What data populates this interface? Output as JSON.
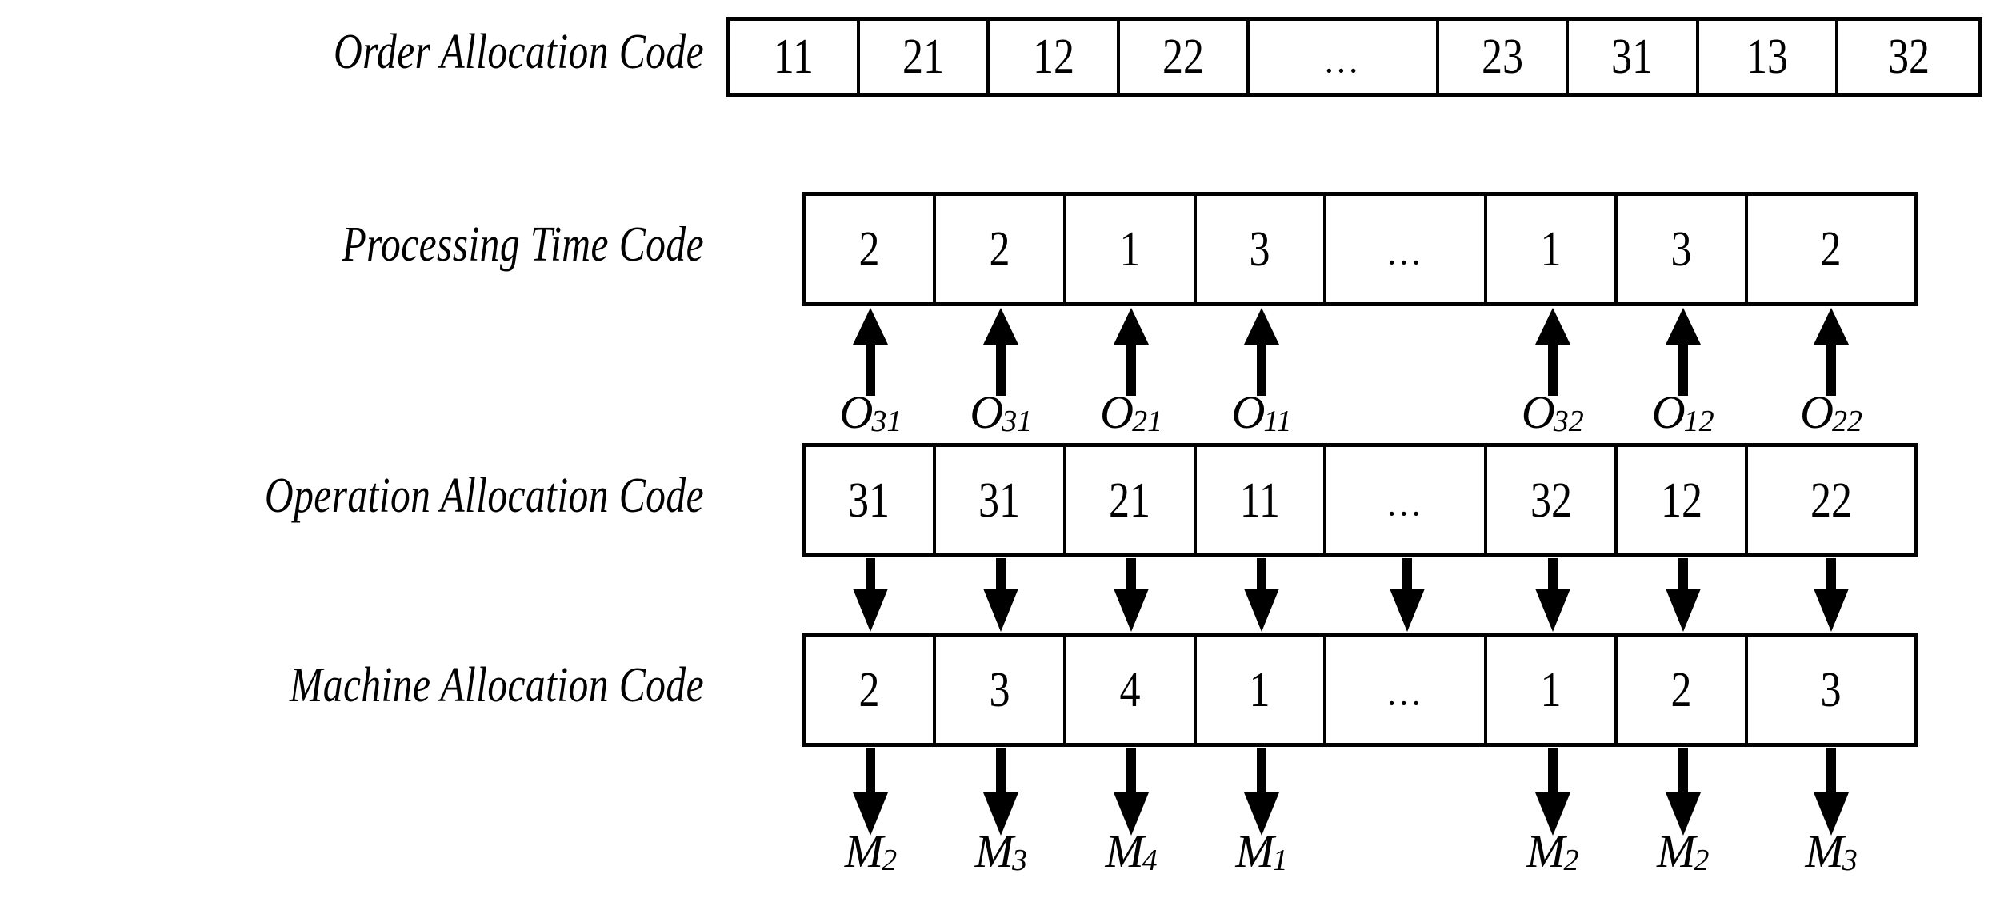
{
  "figure": {
    "type": "encoding-diagram",
    "description": "Four-layer chromosome encoding scheme for a flexible job-shop scheduling genetic algorithm."
  },
  "rows": [
    {
      "id": "order-allocation-code",
      "label": "Order Allocation Code",
      "cells": [
        "11",
        "21",
        "12",
        "22",
        "...",
        "23",
        "31",
        "13",
        "32"
      ],
      "cell_count": 9
    },
    {
      "id": "processing-time-code",
      "label": "Processing Time Code",
      "cells": [
        "2",
        "2",
        "1",
        "3",
        "...",
        "1",
        "3",
        "2"
      ],
      "cell_count": 8
    },
    {
      "id": "operation-allocation-code",
      "label": "Operation Allocation Code",
      "cells": [
        "31",
        "31",
        "21",
        "11",
        "...",
        "32",
        "12",
        "22"
      ],
      "cell_count": 8
    },
    {
      "id": "machine-allocation-code",
      "label": "Machine Allocation Code",
      "cells": [
        "2",
        "3",
        "4",
        "1",
        "...",
        "1",
        "2",
        "3"
      ],
      "cell_count": 8
    }
  ],
  "operation_tags": [
    {
      "base": "O",
      "sub": "31",
      "text": "O31",
      "column": 0
    },
    {
      "base": "O",
      "sub": "31",
      "text": "O31",
      "column": 1
    },
    {
      "base": "O",
      "sub": "21",
      "text": "O21",
      "column": 2
    },
    {
      "base": "O",
      "sub": "11",
      "text": "O11",
      "column": 3
    },
    {
      "base": "O",
      "sub": "32",
      "text": "O32",
      "column": 5
    },
    {
      "base": "O",
      "sub": "12",
      "text": "O12",
      "column": 6
    },
    {
      "base": "O",
      "sub": "22",
      "text": "O22",
      "column": 7
    }
  ],
  "machine_tags": [
    {
      "base": "M",
      "sub": "2",
      "text": "M2",
      "column": 0
    },
    {
      "base": "M",
      "sub": "3",
      "text": "M3",
      "column": 1
    },
    {
      "base": "M",
      "sub": "4",
      "text": "M4",
      "column": 2
    },
    {
      "base": "M",
      "sub": "1",
      "text": "M1",
      "column": 3
    },
    {
      "base": "M",
      "sub": "2",
      "text": "M2",
      "column": 5
    },
    {
      "base": "M",
      "sub": "2",
      "text": "M2",
      "column": 6
    },
    {
      "base": "M",
      "sub": "3",
      "text": "M3",
      "column": 7
    }
  ],
  "arrows": {
    "operation_to_time": {
      "direction": "up",
      "count": 7,
      "columns": [
        0,
        1,
        2,
        3,
        5,
        6,
        7
      ]
    },
    "operation_to_machine": {
      "direction": "down",
      "count": 8,
      "columns": [
        0,
        1,
        2,
        3,
        4,
        5,
        6,
        7
      ]
    },
    "machine_to_tag": {
      "direction": "down",
      "count": 7,
      "columns": [
        0,
        1,
        2,
        3,
        5,
        6,
        7
      ]
    }
  },
  "colors": {
    "background": "#ffffff",
    "ink": "#000000",
    "border": "#000000"
  }
}
